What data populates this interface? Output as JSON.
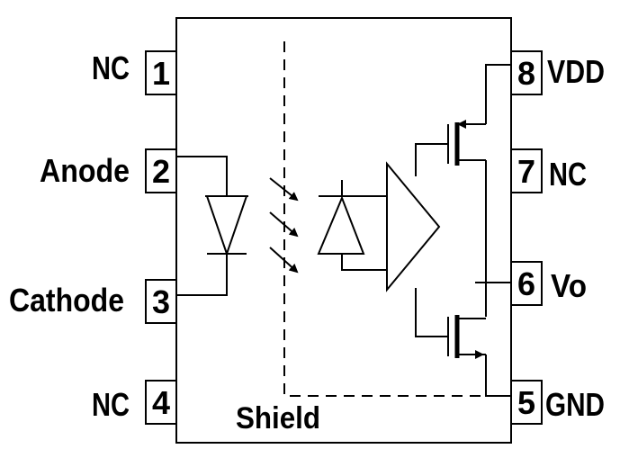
{
  "pins": [
    {
      "number": "1",
      "name": "NC"
    },
    {
      "number": "2",
      "name": "Anode"
    },
    {
      "number": "3",
      "name": "Cathode"
    },
    {
      "number": "4",
      "name": "NC"
    },
    {
      "number": "8",
      "name": "VDD"
    },
    {
      "number": "7",
      "name": "NC"
    },
    {
      "number": "6",
      "name": "Vo"
    },
    {
      "number": "5",
      "name": "GND"
    }
  ],
  "shield_label": "Shield"
}
